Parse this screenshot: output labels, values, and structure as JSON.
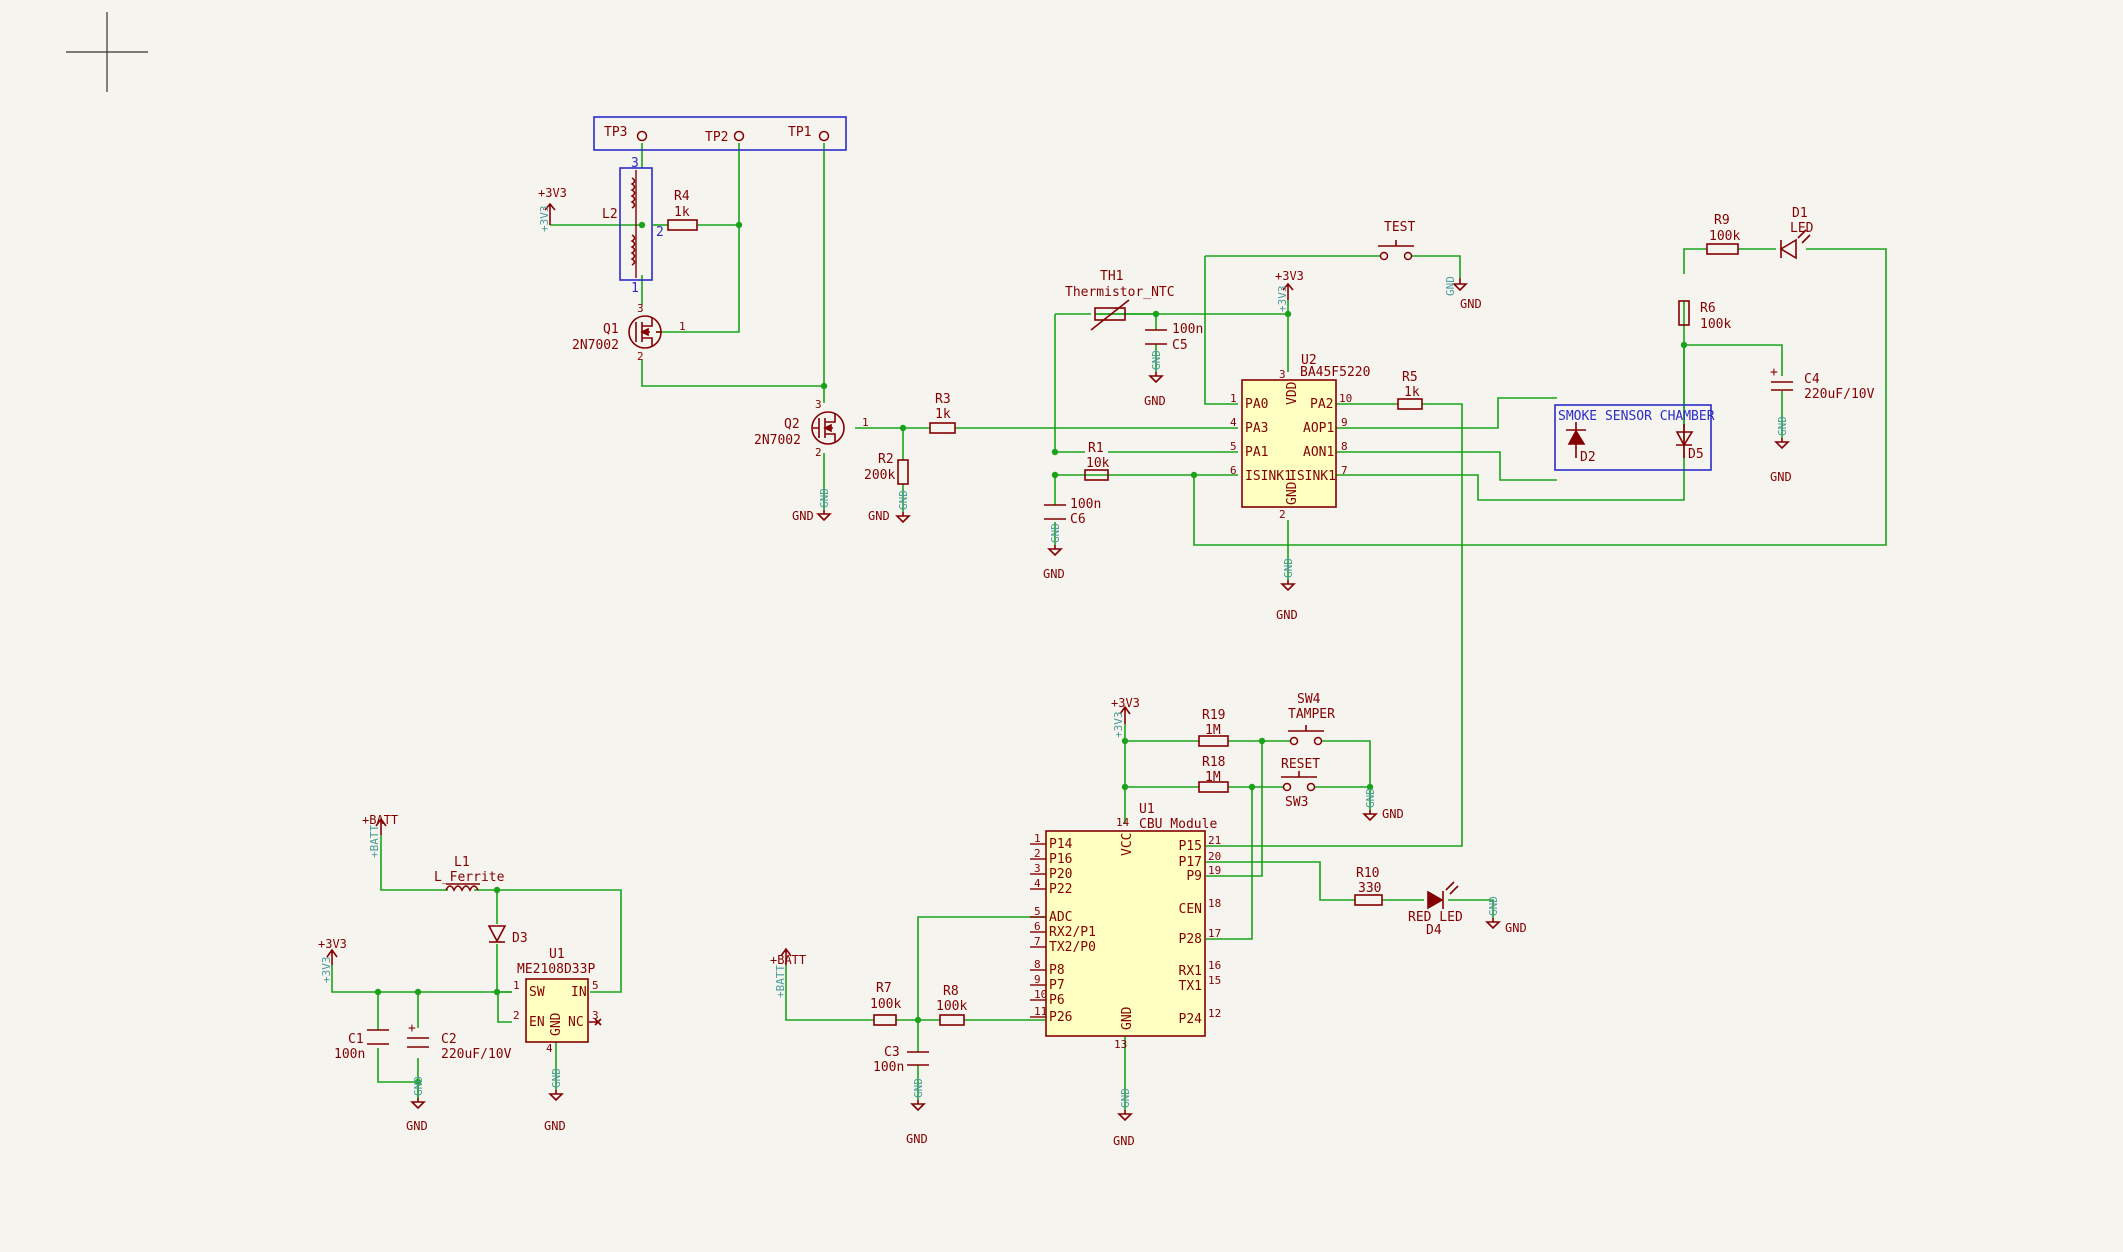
{
  "testpoints": {
    "tp3": "TP3",
    "tp2": "TP2",
    "tp1": "TP1"
  },
  "power": {
    "v33": "+3V3",
    "gnd": "GND",
    "batt": "+BATT",
    "pin1": "1"
  },
  "L2": {
    "ref": "L2",
    "p3": "3",
    "p2": "2",
    "p1": "1"
  },
  "R4": {
    "ref": "R4",
    "val": "1k"
  },
  "Q1": {
    "ref": "Q1",
    "val": "2N7002",
    "p1": "1",
    "p2": "2",
    "p3": "3"
  },
  "Q2": {
    "ref": "Q2",
    "val": "2N7002",
    "p1": "1",
    "p2": "2",
    "p3": "3"
  },
  "R3": {
    "ref": "R3",
    "val": "1k"
  },
  "R2": {
    "ref": "R2",
    "val": "200k"
  },
  "TH1": {
    "ref": "TH1",
    "val": "Thermistor_NTC"
  },
  "C5": {
    "ref": "C5",
    "val": "100n"
  },
  "C6": {
    "ref": "C6",
    "val": "100n"
  },
  "R1": {
    "ref": "R1",
    "val": "10k"
  },
  "TEST": {
    "label": "TEST"
  },
  "U2": {
    "ref": "U2",
    "val": "BA45F5220",
    "pa0": "PA0",
    "pa3": "PA3",
    "pa1": "PA1",
    "isink1": "ISINK1",
    "vdd": "VDD",
    "gndp": "GND",
    "pa2": "PA2",
    "aop1": "AOP1",
    "aon1": "AON1",
    "isink1r": "ISINK1",
    "n1": "1",
    "n4": "4",
    "n5": "5",
    "n6": "6",
    "n3": "3",
    "n2": "2",
    "n10": "10",
    "n9": "9",
    "n8": "8",
    "n7": "7"
  },
  "R5": {
    "ref": "R5",
    "val": "1k"
  },
  "R9": {
    "ref": "R9",
    "val": "100k"
  },
  "D1": {
    "ref": "D1",
    "val": "LED"
  },
  "R6": {
    "ref": "R6",
    "val": "100k"
  },
  "C4": {
    "ref": "C4",
    "val": "220uF/10V"
  },
  "chamber": {
    "label": "SMOKE SENSOR CHAMBER",
    "d2": "D2",
    "d5": "D5"
  },
  "L1": {
    "ref": "L1",
    "val": "L_Ferrite"
  },
  "D3": {
    "ref": "D3"
  },
  "U1a": {
    "ref": "U1",
    "val": "ME2108D33P",
    "sw": "SW",
    "in": "IN",
    "en": "EN",
    "gndp": "GND",
    "nc": "NC",
    "n1": "1",
    "n2": "2",
    "n3": "3",
    "n4": "4",
    "n5": "5"
  },
  "C1": {
    "ref": "C1",
    "val": "100n"
  },
  "C2": {
    "ref": "C2",
    "val": "220uF/10V"
  },
  "SW4": {
    "ref": "SW4",
    "val": "TAMPER"
  },
  "SW3": {
    "ref": "SW3",
    "val": "RESET"
  },
  "R19": {
    "ref": "R19",
    "val": "1M"
  },
  "R18": {
    "ref": "R18",
    "val": "1M"
  },
  "U1b": {
    "ref": "U1",
    "val": "CBU Module",
    "vcc": "VCC",
    "gndp": "GND",
    "left": [
      [
        "1",
        "P14"
      ],
      [
        "2",
        "P16"
      ],
      [
        "3",
        "P20"
      ],
      [
        "4",
        "P22"
      ],
      [
        "5",
        "ADC"
      ],
      [
        "6",
        "RX2/P1"
      ],
      [
        "7",
        "TX2/P0"
      ],
      [
        "8",
        "P8"
      ],
      [
        "9",
        "P7"
      ],
      [
        "10",
        "P6"
      ],
      [
        "11",
        "P26"
      ]
    ],
    "right": [
      [
        "21",
        "P15"
      ],
      [
        "20",
        "P17"
      ],
      [
        "19",
        "P9"
      ],
      [
        "18",
        "CEN"
      ],
      [
        "17",
        "P28"
      ],
      [
        "16",
        "RX1"
      ],
      [
        "15",
        "TX1"
      ],
      [
        "12",
        "P24"
      ]
    ],
    "n14": "14",
    "n13": "13"
  },
  "R10": {
    "ref": "R10",
    "val": "330"
  },
  "D4": {
    "ref": "D4",
    "val": "RED LED"
  },
  "R7": {
    "ref": "R7",
    "val": "100k"
  },
  "R8": {
    "ref": "R8",
    "val": "100k"
  },
  "C3": {
    "ref": "C3",
    "val": "100n"
  }
}
